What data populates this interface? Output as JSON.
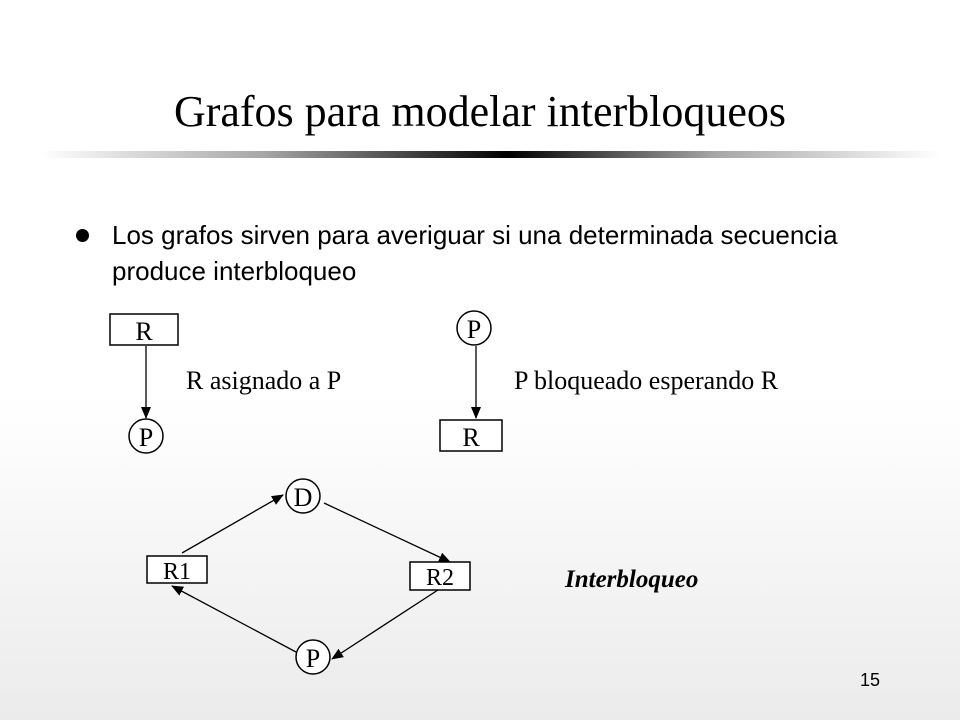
{
  "slide": {
    "title": "Grafos para modelar interbloqueos",
    "bullet": "Los grafos sirven para averiguar si una determinada secuencia produce interbloqueo",
    "page_number": "15"
  },
  "diagram1": {
    "top_node": "R",
    "bottom_node": "P",
    "caption": "R asignado a P"
  },
  "diagram2": {
    "top_node": "P",
    "bottom_node": "R",
    "caption": "P bloqueado esperando R"
  },
  "cycle": {
    "node_d": "D",
    "node_r1": "R1",
    "node_r2": "R2",
    "node_p": "P",
    "caption": "Interbloqueo"
  }
}
